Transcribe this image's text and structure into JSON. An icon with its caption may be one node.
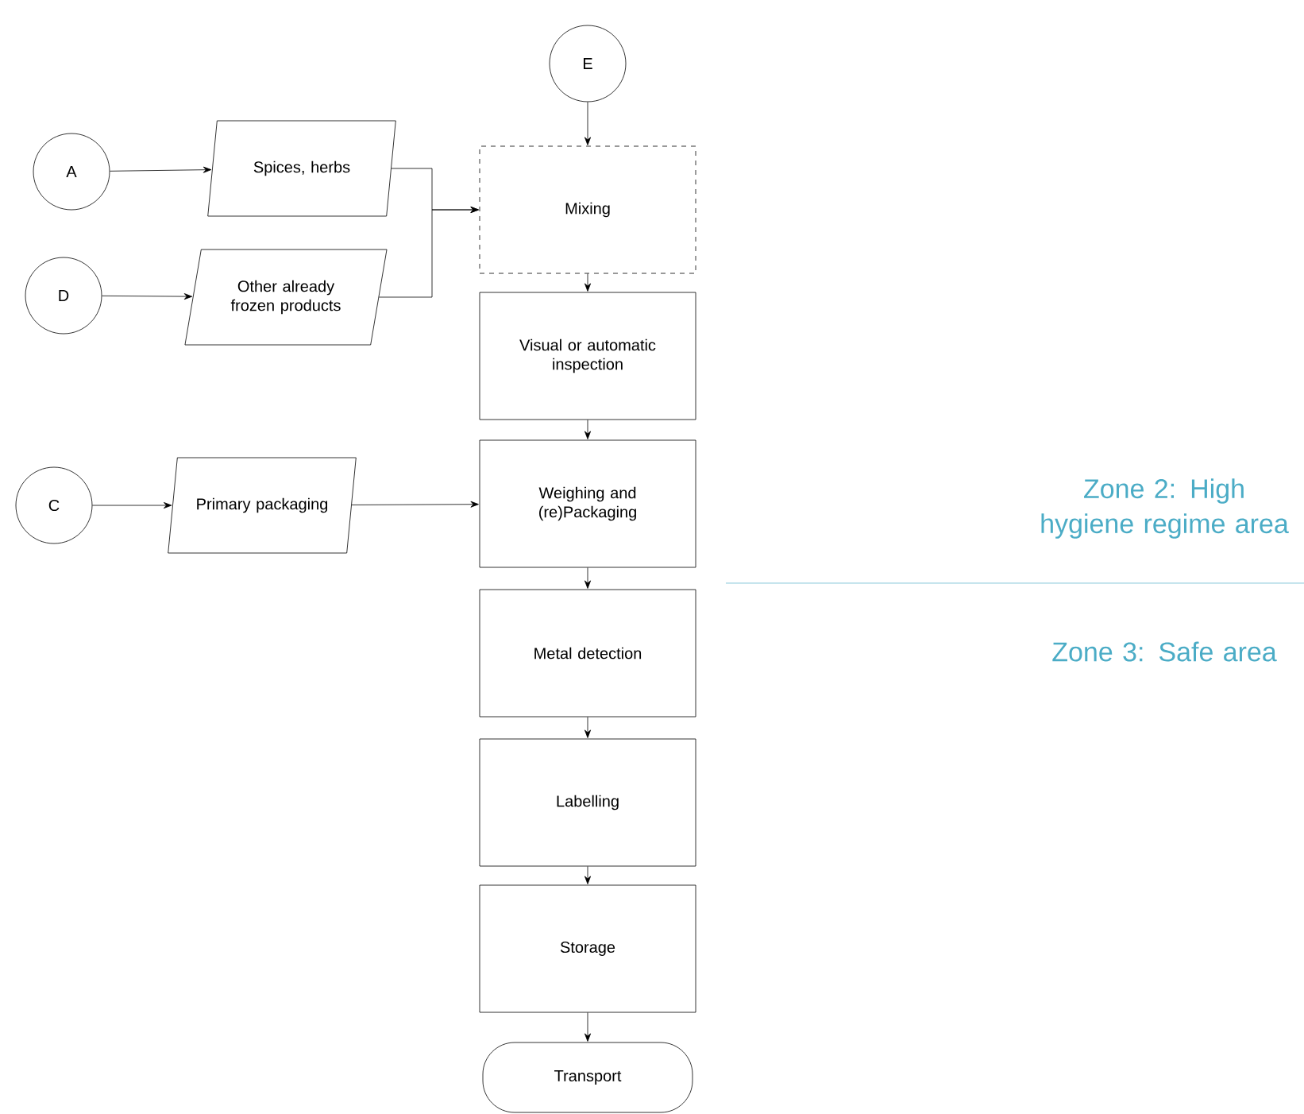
{
  "diagram": {
    "nodes": [
      {
        "text": [
          "E"
        ]
      },
      {
        "text": [
          "A"
        ]
      },
      {
        "text": [
          "Spices, herbs"
        ]
      },
      {
        "text": [
          "D"
        ]
      },
      {
        "text": [
          "Other already frozen products"
        ]
      },
      {
        "text": [
          "Mixing"
        ]
      },
      {
        "text": [
          "Visual or automatic inspection"
        ]
      },
      {
        "text": [
          "C"
        ]
      },
      {
        "text": [
          "Primary packaging"
        ]
      },
      {
        "text": [
          "Weighing and (re)Packaging"
        ]
      },
      {
        "text": [
          "Metal detection"
        ]
      },
      {
        "text": [
          "Labelling"
        ]
      },
      {
        "text": [
          "Storage"
        ]
      },
      {
        "text": [
          "Transport"
        ]
      }
    ],
    "edges": [
      {
        "from": 0,
        "to": 5,
        "arrow": "to"
      },
      {
        "from": 1,
        "to": 2,
        "arrow": "to"
      },
      {
        "from": 3,
        "to": 4,
        "arrow": "to"
      },
      {
        "from": 2,
        "to": 5,
        "arrow": "to"
      },
      {
        "from": 4,
        "to": 5,
        "arrow": "to"
      },
      {
        "from": 5,
        "to": 6,
        "arrow": "to"
      },
      {
        "from": 7,
        "to": 8,
        "arrow": "to"
      },
      {
        "from": 6,
        "to": 9,
        "arrow": "to"
      },
      {
        "from": 8,
        "to": 9,
        "arrow": "to"
      },
      {
        "from": 9,
        "to": 10,
        "arrow": "to"
      },
      {
        "from": 10,
        "to": 11,
        "arrow": "to"
      },
      {
        "from": 11,
        "to": 12,
        "arrow": "to"
      },
      {
        "from": 12,
        "to": 13,
        "arrow": "to"
      }
    ],
    "labels": [
      "Zone 2: High hygiene regime area",
      "Zone 3: Safe area"
    ]
  }
}
